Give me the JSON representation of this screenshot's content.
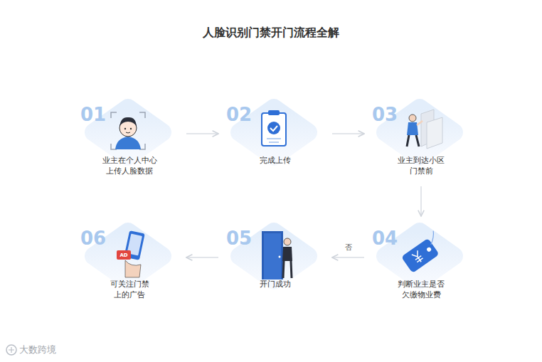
{
  "diagram": {
    "title": "人脸识别门禁开门流程全解",
    "nodes": [
      {
        "text": [
          "01",
          "业主在个人中心 上传人脸数据"
        ]
      },
      {
        "text": [
          "02",
          "完成上传"
        ]
      },
      {
        "text": [
          "03",
          "业主到达小区 门禁前"
        ]
      },
      {
        "text": [
          "04",
          "判断业主是否 欠缴物业费"
        ]
      },
      {
        "text": [
          "05",
          "开门成功"
        ]
      },
      {
        "text": [
          "06",
          "可关注门禁 上的广告"
        ]
      }
    ],
    "edges": [
      {
        "from": 0,
        "to": 1,
        "arrow": "to"
      },
      {
        "from": 1,
        "to": 2,
        "arrow": "to"
      },
      {
        "from": 2,
        "to": 3,
        "arrow": "to"
      },
      {
        "from": 3,
        "to": 4,
        "label": "否",
        "arrow": "to"
      },
      {
        "from": 4,
        "to": 5,
        "arrow": "to"
      }
    ],
    "labels": [
      "AD",
      "大数跨境"
    ]
  }
}
